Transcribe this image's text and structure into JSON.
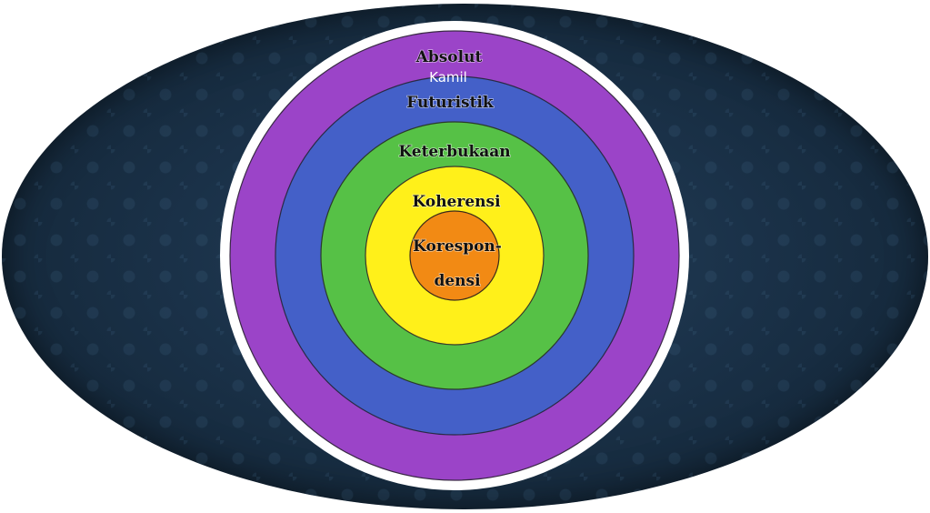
{
  "diagram": {
    "title": "Concentric truth theory rings",
    "rings": [
      {
        "label": "Absolut",
        "sublabel": "Kamil",
        "color": "#9b44c8"
      },
      {
        "label": "Futuristik",
        "color": "#4460c8"
      },
      {
        "label": "Keterbukaan",
        "color": "#56c146"
      },
      {
        "label": "Koherensi",
        "color": "#fff01a"
      },
      {
        "label_line1": "Korespon-",
        "label_line2": "densi",
        "color": "#f28a14"
      }
    ],
    "frame_color": "#ffffff",
    "background_color": "#1a3148"
  }
}
